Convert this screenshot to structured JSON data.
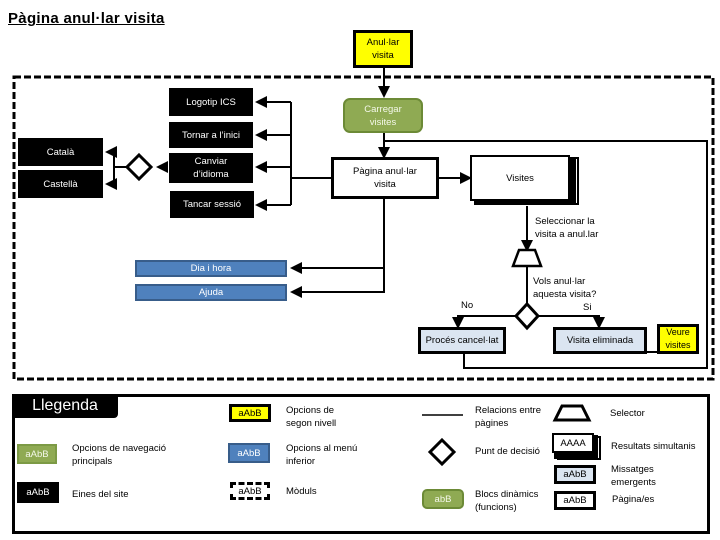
{
  "title": "Pàgina anul·lar visita",
  "nodes": {
    "anullar_visita": "Anul·lar\nvisita",
    "carregar_visites": "Carregar\nvisites",
    "logotip": "Logotip ICS",
    "tornar_inici": "Tornar a l’inici",
    "canviar_idioma": "Canviar\nd’idioma",
    "tancar_sessio": "Tancar sessió",
    "catala": "Català",
    "castella": "Castellà",
    "pagina_anullar": "Pàgina anul·lar\nvisita",
    "visites": "Visites",
    "seleccionar": "Seleccionar la\nvisita a anul.lar",
    "dia_hora": "Dia i hora",
    "ajuda": "Ajuda",
    "vols_anullar": "Vols anul·lar\naquesta visita?",
    "no": "No",
    "si": "Si",
    "proces_cancelat": "Procés cancel·lat",
    "visita_eliminada": "Visita eliminada",
    "veure_visites": "Veure\nvisites"
  },
  "legend": {
    "title": "Llegenda",
    "sample": "aAbB",
    "sample_dynamic": "abB",
    "sample_multi": "AAAA",
    "items": {
      "nav_principal": "Opcions de navegació\nprincipals",
      "eines": "Eines del site",
      "segon_nivell": "Opcions de\nsegon nivell",
      "menu_inferior": "Opcions al menú\ninferior",
      "moduls": "Mòduls",
      "relacions": "Relacions entre\npàgines",
      "decisio": "Punt de decisió",
      "blocs": "Blocs dinàmics\n(funcions)",
      "selector": "Selector",
      "resultats": "Resultats simultanis",
      "missatges": "Missatges\nemergents",
      "pagines": "Pàgina/es"
    }
  },
  "colors": {
    "yellow": "#ffff00",
    "green": "#8faa53",
    "blue": "#4f81bd",
    "message": "#dbe5f1",
    "black": "#000000"
  }
}
